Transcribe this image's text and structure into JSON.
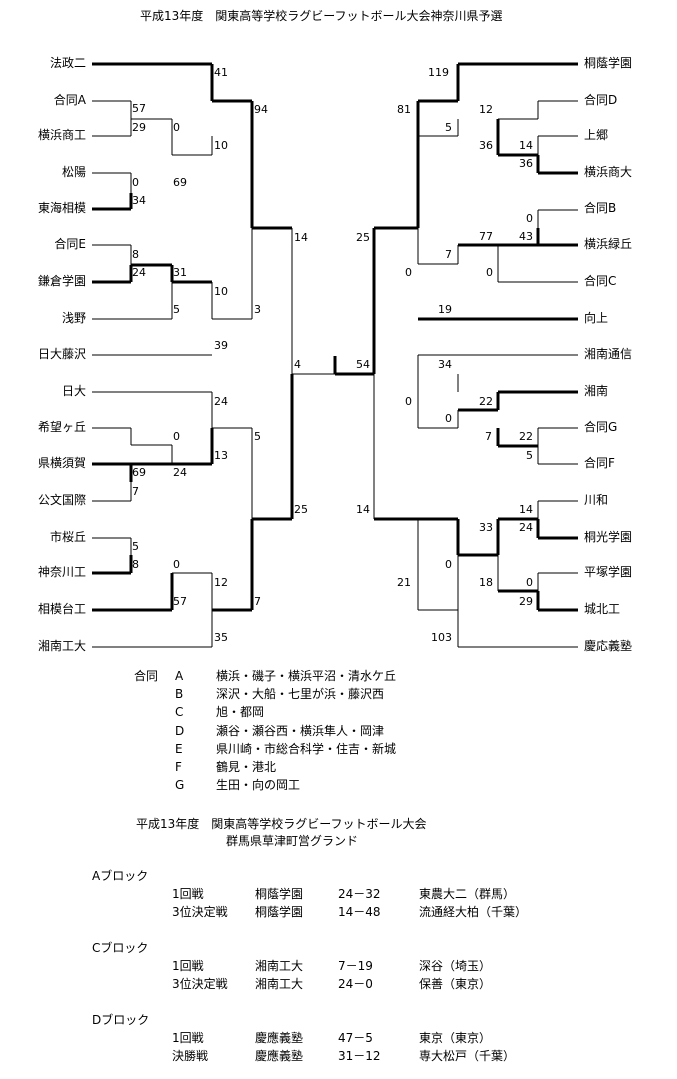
{
  "title": "平成13年度　関東高等学校ラグビーフットボール大会神奈川県予選",
  "left_teams": [
    "法政二",
    "合同A",
    "横浜商工",
    "松陽",
    "東海相模",
    "合同E",
    "鎌倉学園",
    "浅野",
    "日大藤沢",
    "日大",
    "希望ヶ丘",
    "県横須賀",
    "公文国際",
    "市桜丘",
    "神奈川工",
    "相模台工",
    "湘南工大"
  ],
  "right_teams": [
    "桐蔭学園",
    "合同D",
    "上郷",
    "横浜商大",
    "合同B",
    "横浜緑丘",
    "合同C",
    "向上",
    "湘南通信",
    "湘南",
    "合同G",
    "合同F",
    "川和",
    "桐光学園",
    "平塚学園",
    "城北工",
    "慶応義塾"
  ],
  "scores": {
    "l_a1": "57",
    "l_a2": "29",
    "l_b1": "0",
    "l_b2": "34",
    "l_c1": "0",
    "l_c2": "69",
    "l_d1": "41",
    "l_d2": "10",
    "l_e1": "8",
    "l_e2": "24",
    "l_f1": "31",
    "l_f2": "5",
    "l_g1": "10",
    "l_g2": "39",
    "l_h1": "94",
    "l_h2": "3",
    "l_i1": "0",
    "l_i2": "24",
    "l_j1": "69",
    "l_j2": "7",
    "l_k1": "24",
    "l_k2": "13",
    "l_l1": "5",
    "l_l2": "8",
    "l_m1": "0",
    "l_m2": "57",
    "l_n1": "12",
    "l_n2": "35",
    "l_o1": "5",
    "l_o2": "7",
    "l_p1": "14",
    "l_p2": "25",
    "l_final": "4",
    "r_final": "54",
    "r_a1": "12",
    "r_a2": "5",
    "r_b1": "14",
    "r_b2": "36",
    "r_c1": "119",
    "r_c2": "36",
    "r_d1": "0",
    "r_d2": "43",
    "r_e1": "77",
    "r_e2": "0",
    "r_f1": "7",
    "r_f2": "19",
    "r_g1": "81",
    "r_g2": "0",
    "r_h1": "22",
    "r_h2": "5",
    "r_i1": "22",
    "r_i2": "7",
    "r_j1": "34",
    "r_j2": "0",
    "r_k1": "14",
    "r_k2": "24",
    "r_l1": "0",
    "r_l2": "29",
    "r_m1": "33",
    "r_m2": "18",
    "r_n1": "0",
    "r_n2": "21",
    "r_o1": "0",
    "r_o2": "103",
    "r_p1": "25",
    "r_p2": "14"
  },
  "legend": {
    "head": "合同",
    "items": [
      {
        "key": "A",
        "value": "横浜・磯子・横浜平沼・清水ケ丘"
      },
      {
        "key": "B",
        "value": "深沢・大船・七里が浜・藤沢西"
      },
      {
        "key": "C",
        "value": "旭・都岡"
      },
      {
        "key": "D",
        "value": "瀬谷・瀬谷西・横浜隼人・岡津"
      },
      {
        "key": "E",
        "value": "県川崎・市総合科学・住吉・新城"
      },
      {
        "key": "F",
        "value": "鶴見・港北"
      },
      {
        "key": "G",
        "value": "生田・向の岡工"
      }
    ]
  },
  "section2": {
    "title1": "平成13年度　関東高等学校ラグビーフットボール大会",
    "title2": "群馬県草津町営グランド",
    "blocks": [
      {
        "name": "Aブロック",
        "rows": [
          {
            "round": "1回戦",
            "team": "桐蔭学園",
            "score": "24－32",
            "opp": "東農大二（群馬）"
          },
          {
            "round": "3位決定戦",
            "team": "桐蔭学園",
            "score": "14－48",
            "opp": "流通経大柏（千葉）"
          }
        ]
      },
      {
        "name": "Cブロック",
        "rows": [
          {
            "round": "1回戦",
            "team": "湘南工大",
            "score": "7－19",
            "opp": "深谷（埼玉）"
          },
          {
            "round": "3位決定戦",
            "team": "湘南工大",
            "score": "24－0",
            "opp": "保善（東京）"
          }
        ]
      },
      {
        "name": "Dブロック",
        "rows": [
          {
            "round": "1回戦",
            "team": "慶應義塾",
            "score": "47－5",
            "opp": "東京（東京）"
          },
          {
            "round": "決勝戦",
            "team": "慶應義塾",
            "score": "31－12",
            "opp": "専大松戸（千葉）"
          }
        ]
      }
    ]
  }
}
